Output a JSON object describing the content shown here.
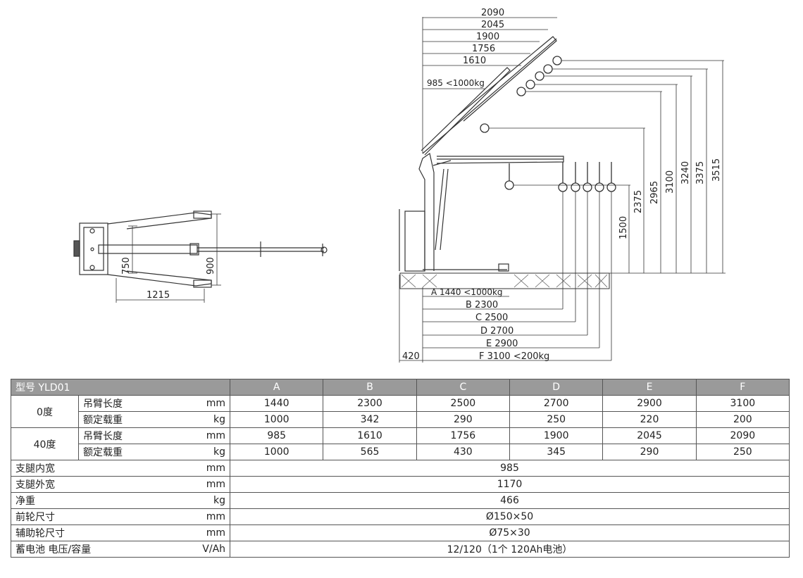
{
  "top_view": {
    "dim_width_inner": "750",
    "dim_width_outer": "900",
    "dim_length": "1215"
  },
  "side_view": {
    "boom_40_lengths": [
      "2090",
      "2045",
      "1900",
      "1756",
      "1610"
    ],
    "boom_40_min": "985 <1000kg",
    "heights": [
      "1500",
      "2375",
      "2965",
      "3100",
      "3240",
      "3375",
      "3515"
    ],
    "reach": {
      "A": "A 1440 <1000kg",
      "B": "B  2300",
      "C": "C  2500",
      "D": "D  2700",
      "E": "E  2900",
      "F": "F  3100 <200kg"
    },
    "base_offset": "420"
  },
  "table": {
    "model_label": "型号 YLD01",
    "columns": [
      "A",
      "B",
      "C",
      "D",
      "E",
      "F"
    ],
    "angle0": "0度",
    "angle40": "40度",
    "boom_length_label": "吊臂长度",
    "rated_load_label": "额定载重",
    "unit_mm": "mm",
    "unit_kg": "kg",
    "row0_length": [
      "1440",
      "2300",
      "2500",
      "2700",
      "2900",
      "3100"
    ],
    "row0_load": [
      "1000",
      "342",
      "290",
      "250",
      "220",
      "200"
    ],
    "row40_length": [
      "985",
      "1610",
      "1756",
      "1900",
      "2045",
      "2090"
    ],
    "row40_load": [
      "1000",
      "565",
      "430",
      "345",
      "290",
      "250"
    ],
    "rows": [
      {
        "label": "支腿内宽",
        "unit": "mm",
        "value": "985"
      },
      {
        "label": "支腿外宽",
        "unit": "mm",
        "value": "1170"
      },
      {
        "label": "净重",
        "unit": "kg",
        "value": "466"
      },
      {
        "label": "前轮尺寸",
        "unit": "mm",
        "value": "Ø150×50"
      },
      {
        "label": "辅助轮尺寸",
        "unit": "mm",
        "value": "Ø75×30"
      },
      {
        "label": "蓄电池 电压/容量",
        "unit": "V/Ah",
        "value": "12/120（1个 120Ah电池）"
      }
    ]
  }
}
